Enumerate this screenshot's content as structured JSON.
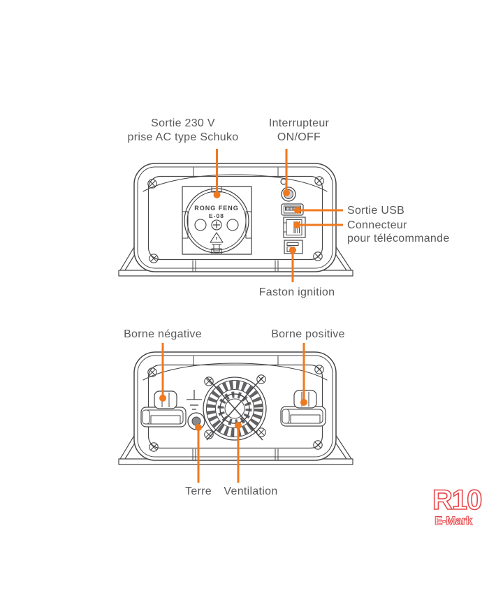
{
  "front_view": {
    "labels": {
      "ac_outlet": {
        "line1": "Sortie 230 V",
        "line2": "prise AC type Schuko"
      },
      "switch": {
        "line1": "Interrupteur",
        "line2": "ON/OFF"
      },
      "usb": "Sortie USB",
      "remote": {
        "line1": "Connecteur",
        "line2": "pour télécommande"
      },
      "faston": "Faston ignition"
    },
    "socket_text": {
      "brand": "RONG FENG",
      "model": "E-08"
    }
  },
  "back_view": {
    "labels": {
      "negative": "Borne négative",
      "positive": "Borne positive",
      "ground": "Terre",
      "ventilation": "Ventilation"
    }
  },
  "badge": {
    "line1": "R10",
    "line2": "E-Mark"
  },
  "colors": {
    "accent_orange": "#F0791E",
    "label_gray": "#58595B",
    "line_art_gray": "#47474A",
    "badge_red": "#E8494C"
  }
}
